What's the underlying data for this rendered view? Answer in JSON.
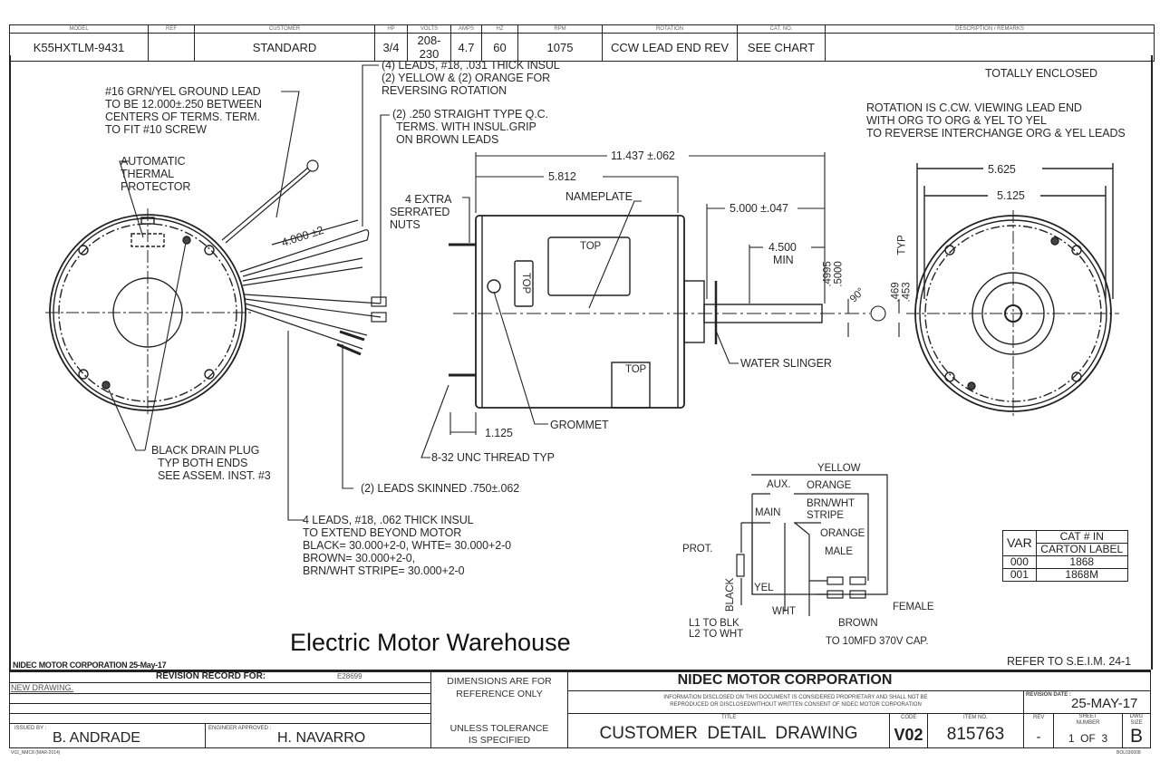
{
  "header": {
    "labels": [
      "MODEL",
      "REF",
      "CUSTOMER",
      "HP",
      "VOLTS",
      "AMPS",
      "HZ",
      "RPM",
      "ROTATION",
      "CAT. NO.",
      "DESCRIPTION / REMARKS"
    ],
    "values": [
      "K55HXTLM-9431",
      "",
      "STANDARD",
      "3/4",
      "208-230",
      "4.7",
      "60",
      "1075",
      "CCW LEAD END REV",
      "SEE CHART",
      ""
    ]
  },
  "notes": {
    "totally_enclosed": "TOTALLY ENCLOSED",
    "rotation": [
      "ROTATION IS C.CW. VIEWING LEAD END",
      "WITH ORG TO ORG & YEL TO YEL",
      "TO REVERSE INTERCHANGE ORG & YEL LEADS"
    ],
    "ground_lead": [
      "#16 GRN/YEL GROUND LEAD",
      "TO BE 12.000±.250 BETWEEN",
      "CENTERS OF TERMS. TERM.",
      "TO FIT #10 SCREW"
    ],
    "thermal": [
      "AUTOMATIC",
      "THERMAL",
      "PROTECTOR"
    ],
    "leads_031": [
      "(4) LEADS, #18, .031 THICK INSUL",
      "(2) YELLOW & (2) ORANGE FOR",
      "REVERSING ROTATION"
    ],
    "qc_terms": [
      "(2) .250 STRAIGHT TYPE Q.C.",
      "TERMS. WITH INSUL.GRIP",
      "ON BROWN LEADS"
    ],
    "serrated": [
      "4 EXTRA",
      "SERRATED",
      "NUTS"
    ],
    "nameplate": "NAMEPLATE",
    "top": "TOP",
    "water_slinger": "WATER SLINGER",
    "grommet": "GROMMET",
    "thread": "8-32 UNC THREAD TYP",
    "drain_plug": [
      "BLACK DRAIN PLUG",
      "TYP BOTH ENDS",
      "SEE ASSEM. INST. #3"
    ],
    "leads_skinned": "(2) LEADS SKINNED .750±.062",
    "leads_062": [
      "4 LEADS, #18, .062 THICK INSUL",
      "TO EXTEND BEYOND MOTOR",
      "BLACK= 30.000+2-0, WHTE= 30.000+2-0",
      "BROWN= 30.000+2-0,",
      "BRN/WHT STRIPE= 30.000+2-0"
    ],
    "watermark": "Electric Motor Warehouse",
    "refer": "REFER TO S.E.I.M. 24-1",
    "footer_corp": "NIDEC MOTOR CORPORATION 25-May-17"
  },
  "dimensions": {
    "overall_length": "11.437 ±.062",
    "body_length": "5.812",
    "shaft_ext": "5.000 ±.047",
    "flat_min": [
      "4.500",
      "MIN"
    ],
    "shaft_dia": [
      ".4995",
      ".5000"
    ],
    "flat_dims": [
      ".469",
      ".453"
    ],
    "typ": "TYP",
    "angle": "90°",
    "lead_length": "4.000 ±2",
    "stud_len": "1.125",
    "dia_outer": "5.625",
    "dia_inner": "5.125"
  },
  "wiring": {
    "yellow": "YELLOW",
    "aux": "AUX.",
    "orange": "ORANGE",
    "main": "MAIN",
    "brn_wht": [
      "BRN/WHT",
      "STRIPE"
    ],
    "orange2": "ORANGE",
    "male": "MALE",
    "prot": "PROT.",
    "black": "BLACK",
    "yel": "YEL",
    "wht": "WHT",
    "female": "FEMALE",
    "brown": "BROWN",
    "l1": "L1 TO BLK",
    "l2": "L2 TO WHT",
    "cap": "TO 10MFD 370V CAP."
  },
  "var_table": {
    "headers": [
      "VAR",
      "CAT # IN",
      "CARTON LABEL"
    ],
    "rows": [
      [
        "000",
        "1868"
      ],
      [
        "001",
        "1868M"
      ]
    ]
  },
  "title_block": {
    "revision_record_label": "REVISION RECORD FOR:",
    "revision_record_id": "E28699",
    "revision_line1": "NEW DRAWING.",
    "dims_note": [
      "DIMENSIONS ARE FOR",
      "REFERENCE ONLY"
    ],
    "tol_note": [
      "UNLESS TOLERANCE",
      "IS SPECIFIED"
    ],
    "issued_by_label": "ISSUED BY :",
    "issued_by": "B. ANDRADE",
    "approved_label": "ENGINEER APPROVED :",
    "approved_by": "H. NAVARRO",
    "company": "NIDEC MOTOR CORPORATION",
    "disclaimer": [
      "INFORMATION DISCLOSED ON THIS DOCUMENT IS CONSIDERED PROPRIETARY AND SHALL NOT BE",
      "REPRODUCED OR DISCLOSEDWITHOUT WRITTEN CONSENT OF NIDEC MOTOR CORPORATION"
    ],
    "rev_date_label": "REVISION DATE :",
    "rev_date": "25-MAY-17",
    "title_label": "TITLE",
    "title": "CUSTOMER  DETAIL  DRAWING",
    "code_label": "CODE",
    "code": "V02",
    "item_label": "ITEM NO.",
    "item": "815763",
    "rev_label": "REV",
    "rev": "-",
    "sheet_label": [
      "SHEET",
      "NUMBER"
    ],
    "sheet": "1  OF  3",
    "size_label": [
      "DWG",
      "SIZE"
    ],
    "size": "B",
    "form_id": "V02_NMC8 (MAR-2014)",
    "doc_code": "BOL030008"
  }
}
